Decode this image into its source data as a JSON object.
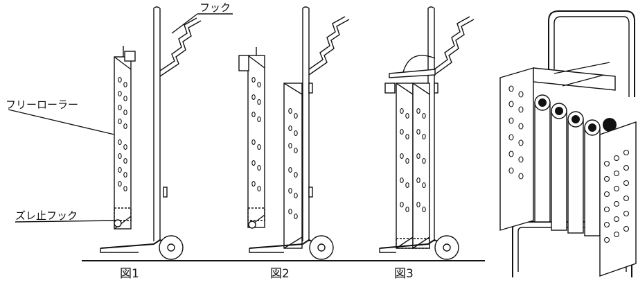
{
  "labels": {
    "hook": "フック",
    "free_roller": "フリーローラー",
    "slip_stop_hook": "ズレ止フック"
  },
  "captions": {
    "fig1": "図1",
    "fig2": "図2",
    "fig3": "図3"
  }
}
